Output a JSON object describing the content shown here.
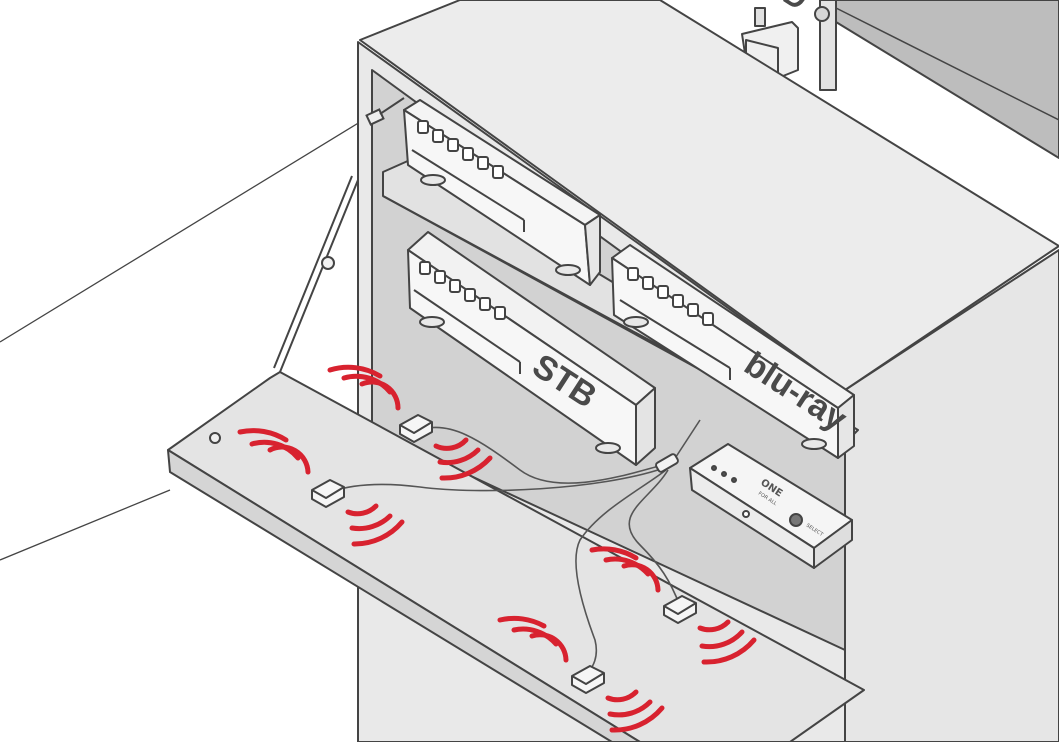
{
  "devices": {
    "dvd_label": "DVD",
    "stb_label": "STB",
    "bluray_label": "blu-ray"
  },
  "hub": {
    "logo_line1": "ONE",
    "logo_line2": "FOR ALL",
    "select_label": "SELECT"
  },
  "colors": {
    "signal": "#d8222f",
    "cabinet": "#e6e6e6",
    "outline": "#444444"
  }
}
